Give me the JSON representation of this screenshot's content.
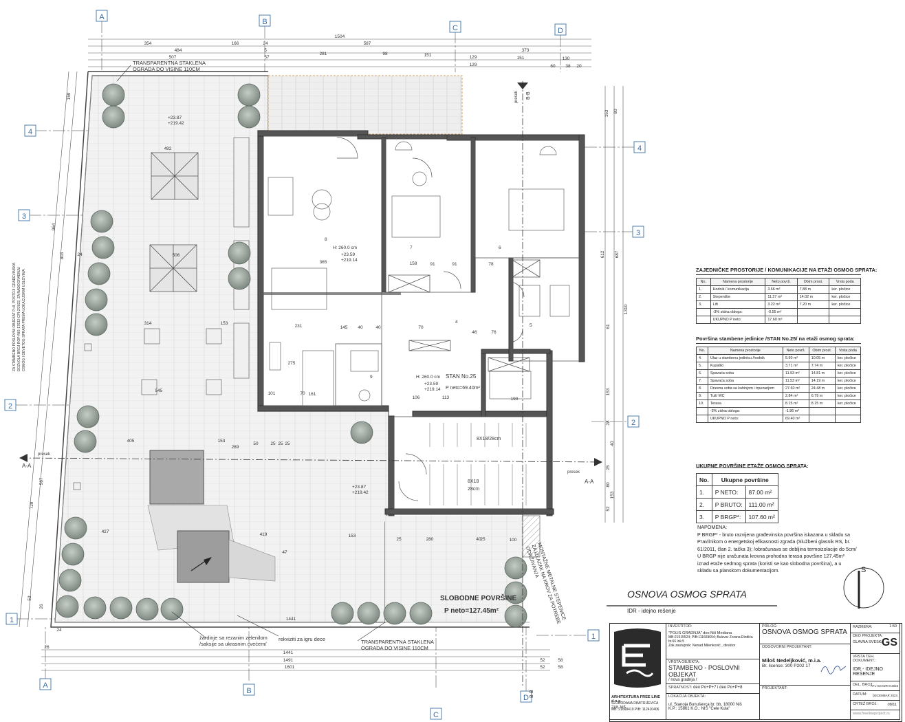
{
  "axes": {
    "top": [
      "A",
      "B",
      "C",
      "D"
    ],
    "bottom": [
      "A",
      "B",
      "C",
      "D"
    ],
    "left": [
      "4",
      "3",
      "2",
      "1"
    ],
    "right": [
      "4",
      "3",
      "2",
      "1"
    ]
  },
  "dims_top": {
    "row1": [
      "1504"
    ],
    "row2": [
      "354",
      "166",
      "24",
      "587"
    ],
    "row3": [
      "484",
      "5",
      "373"
    ],
    "row4": [
      "507",
      "57",
      "281",
      "98",
      "151",
      "129",
      "130"
    ],
    "row5": [
      "129",
      "151",
      "60",
      "38",
      "20"
    ]
  },
  "dims_bottom": [
    "1441",
    "1441",
    "1491",
    "1601",
    "24",
    "26",
    "52",
    "52",
    "58",
    "58"
  ],
  "dims_left": [
    "159",
    "964",
    "803",
    "24",
    "567",
    "729",
    "52",
    "26"
  ],
  "dims_right": [
    "153",
    "80",
    "612",
    "687",
    "1310",
    "61",
    "153",
    "28",
    "40",
    "25",
    "80",
    "153",
    "52"
  ],
  "rooms": {
    "room8": {
      "num": "8",
      "h": "H: 260.0 cm",
      "l1": "+23.59",
      "l2": "+219.14"
    },
    "room9": {
      "num": "9"
    },
    "room4": {
      "num": "4"
    },
    "room5": {
      "num": "5"
    },
    "room6": {
      "num": "6"
    },
    "room7": {
      "num": "7"
    },
    "room1": {
      "h": "H: 260.0 cm",
      "l1": "+23.59",
      "l2": "+219.14"
    }
  },
  "terrace_levels": [
    {
      "l1": "+23.87",
      "l2": "+219.42"
    },
    {
      "l1": "+23.87",
      "l2": "+219.42"
    }
  ],
  "stan": {
    "name": "STAN No.25",
    "area": "P neto=69.40m²"
  },
  "stairs": {
    "s1": "8X18/28cm",
    "s2": "8X18",
    "s2b": "28cm"
  },
  "misc_dims": [
    "492",
    "506",
    "314",
    "153",
    "545",
    "405",
    "153",
    "50",
    "25",
    "25",
    "25",
    "289",
    "427",
    "419",
    "153",
    "25",
    "280",
    "47",
    "40",
    "25",
    "100",
    "365",
    "231",
    "275",
    "101",
    "70",
    "161",
    "106",
    "113",
    "190",
    "158",
    "91",
    "91",
    "78",
    "145",
    "40",
    "40",
    "70",
    "46",
    "76"
  ],
  "sections": {
    "aa": "A-A",
    "presek": "presek",
    "bb": "B-B"
  },
  "free_area": {
    "title": "SLOBODNE POVRŠINE",
    "value": "P neto=127.45m²"
  },
  "annotations": {
    "fence_top": "TRANSPARENTNA STAKLENA\nOGRADA DO VISINE 110CM",
    "fence_bottom": "TRANSPARENTNA STAKLENA\nOGRADA DO VISINE 110CM",
    "planters": "žardinje sa rezanim zelenilom\n/saksije sa ukrasnim cvećem/",
    "play": "rekviziti za igru dece",
    "stairs_roof": "MONTAŽNE METALNE STEPENICE\nZA IZLAZAK NA KROV ZA POTREBE\nODRŽAVANJA",
    "side_note": "ZA STAMBENO POSLOVNI OBJEKAT P+8, POSTOJI GRAĐEVINSKA\nDOZVOLA BROJ ROP-NIS-17632-CPI-2/2022, ZA NADOGRADNJU\nOSMOG I DEVETOG SPRATA PREMA LOKACIJSKIM USLOVIMA"
  },
  "drawing_title": {
    "main": "OSNOVA OSMOG SPRATA",
    "sub": "IDR - idejno rešenje"
  },
  "north": "S",
  "table_common": {
    "title": "ZAJEDNIČKE PROSTORIJE / KOMUNIKACIJE NA ETAŽI OSMOG SPRATA:",
    "headers": [
      "No.",
      "Namena prostorije",
      "Neto površ.",
      "Obim prost.",
      "Vrsta poda"
    ],
    "rows": [
      [
        "1.",
        "Hodnik / komunikacija",
        "3.66 m²",
        "7.88 m",
        "ker. pločice"
      ],
      [
        "2.",
        "Stepenište",
        "11.27 m²",
        "14.02 m",
        "ker. pločice"
      ],
      [
        "3.",
        "Lift",
        "3.22 m²",
        "7.20 m",
        "ker. pločice"
      ],
      [
        "",
        "-3% zidna obloga:",
        "-0.55 m²",
        "",
        ""
      ],
      [
        "",
        "UKUPNO P neto:",
        "17.60 m²",
        "",
        ""
      ]
    ]
  },
  "table_unit": {
    "title": "Površina stambene jedinice /STAN No.25/ na etaži osmog sprata:",
    "headers": [
      "No.",
      "Namena prostorije",
      "Neto površ.",
      "Obim prost.",
      "Vrsta poda"
    ],
    "rows": [
      [
        "4.",
        "Ulaz u stambenu jedinicu /hodnik",
        "5.50 m²",
        "10.05 m",
        "ker. pločice"
      ],
      [
        "5.",
        "Kupatilo",
        "3.71 m²",
        "7.74 m",
        "ker. pločice"
      ],
      [
        "6.",
        "Spavaća soba",
        "11.93 m²",
        "14.81 m",
        "ker. pločice"
      ],
      [
        "7.",
        "Spavaća soba",
        "11.53 m²",
        "14.19 m",
        "ker. pločice"
      ],
      [
        "8.",
        "Dnevna soba sa kuhinjom i trpezarijom",
        "27.60 m²",
        "24.48 m",
        "ker. pločice"
      ],
      [
        "9.",
        "Tuš/ WC",
        "2.84 m²",
        "6.79 m",
        "ker. pločice"
      ],
      [
        "10.",
        "Terasa",
        "8.15 m²",
        "8.15 m",
        "ker. pločice"
      ],
      [
        "",
        "-3% zidna obloga:",
        "-1.86 m²",
        "",
        ""
      ],
      [
        "",
        "UKUPNO P neto:",
        "69.40 m²",
        "",
        ""
      ]
    ]
  },
  "table_total": {
    "title": "UKUPNE POVRŠINE ETAŽE OSMOG SPRATA:",
    "headers": [
      "No.",
      "Ukupne površine"
    ],
    "rows": [
      [
        "1.",
        "P NETO:",
        "87.00 m²"
      ],
      [
        "2.",
        "P BRUTO:",
        "111.00 m²"
      ],
      [
        "3.",
        "P BRGP*:",
        "107.60 m²"
      ]
    ]
  },
  "notes": {
    "title": "NAPOMENA:",
    "p1": "P BRGP* - bruto razvijena građevinska površina iskazana u skladu sa Pravilnikom o energetskoj efikasnosti zgrada (Službeni glasnik RS, br. 61/2011, član 2. tačka 3); /obračunava se debljina termoizolacije do 5cm/",
    "p2": "U BRGP nije uračunata krovna prohodna terasa površine 127.45m² iznad etaže sedmog sprata (koristi se kao slobodna površina), a u skladu sa planskom dokumentacijom."
  },
  "title_block": {
    "investor_label": "INVESTITOR:",
    "investor": "\"POLIS GRADNJA\" doo Niš Mediana",
    "investor2": "MB:21515524; PIB:111669654; Bulevar Zorana Đinđića br.66 lok.5",
    "investor3": "Zak.zastupnik: Nenad Milenković , direktor",
    "type_label": "VRSTA OBJEKTA:",
    "type": "STAMBENO - POSLOVNI OBJEKAT",
    "type2": "/ nova gradnja /",
    "floors_label": "SPRATNOST:",
    "floors": "deo Po+P+7 i deo Po+P+8",
    "location_label": "LOKACIJA OBJEKTA:",
    "location": "ul. Stanoja Bunuševca br. bb, 18000 Niš",
    "location2": "K.P.: 15861 K.O.: NIŠ \"Ćele Kula\"",
    "prilog_label": "PRILOG:",
    "prilog": "OSNOVA OSMOG SPRATA",
    "resp_label": "ODGOVORNI PROJEKTANT:",
    "resp": "Miloš Nedeljković, m.i.a.",
    "license": "Br. licence: 300 P202 17",
    "designer_label": "PROJEKTANT:",
    "scale_label": "RAZMERA:",
    "scale": "1:50",
    "part_label": "DEO PROJEKTA:",
    "part": "GLAVNA SVESKA",
    "gs": "GS",
    "doc_label": "VRSTA TEH. DOKUMENT.:",
    "doc": "IDR - IDEJNO REŠENJE",
    "no_label": "DEL. BROJ:",
    "no": "AFL-GS-IDR-8-2023",
    "date_label": "DATUM:",
    "date": "DECEMBAR 2023.",
    "sheet_label": "CRTEŽ BROJ:",
    "sheet": "08/11",
    "firm": "ARHITEKTURA FREE LINE d.o.o.",
    "firm2": "SLOBODANA DIMITRIJEVIĆA 21/8, NIŠ",
    "firm3": "MB: 21668419 PIB: 112410406",
    "web": "www.freelineproject.rs"
  },
  "colors": {
    "wall": "#444444",
    "tree": "#8a948c",
    "grid": "#d0d0d0",
    "hatch": "#999999",
    "dim": "#555555"
  }
}
